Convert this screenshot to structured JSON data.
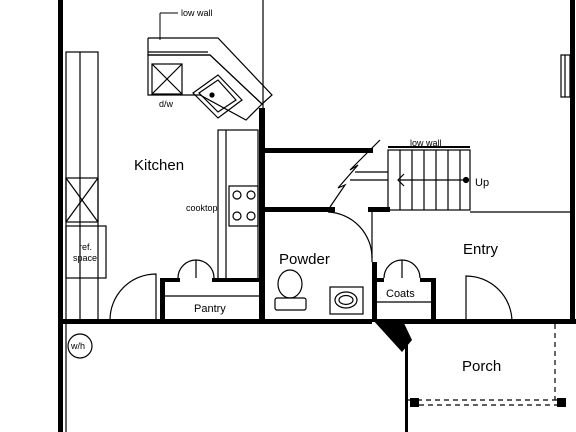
{
  "rooms": {
    "kitchen": "Kitchen",
    "powder": "Powder",
    "entry": "Entry",
    "porch": "Porch",
    "pantry": "Pantry",
    "coats": "Coats"
  },
  "fixtures": {
    "low_wall_top": "low wall",
    "low_wall_stairs": "low wall",
    "dishwasher": "d/w",
    "cooktop": "cooktop",
    "ref_space_line1": "ref.",
    "ref_space_line2": "space",
    "water_heater": "w/h",
    "stairs_up": "Up"
  }
}
